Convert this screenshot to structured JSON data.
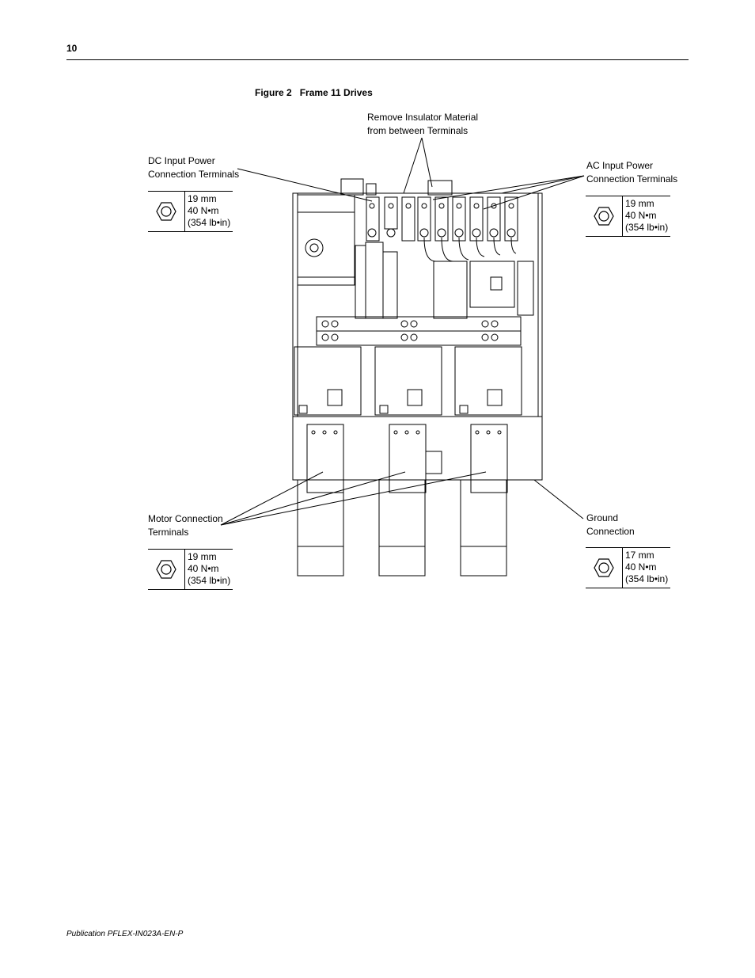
{
  "page": {
    "number": "10",
    "publication": "Publication PFLEX-IN023A-EN-P"
  },
  "figure": {
    "label": "Figure 2",
    "title": "Frame 11 Drives"
  },
  "callouts": {
    "remove_insulator": [
      "Remove Insulator Material",
      "from between Terminals"
    ],
    "dc_input": [
      "DC Input Power",
      "Connection Terminals"
    ],
    "ac_input": [
      "AC Input Power",
      "Connection Terminals"
    ],
    "motor": [
      "Motor Connection",
      "Terminals"
    ],
    "ground": [
      "Ground",
      "Connection"
    ]
  },
  "specs": {
    "dc_input": [
      "19 mm",
      "40 N•m",
      "(354 lb•in)"
    ],
    "ac_input": [
      "19 mm",
      "40 N•m",
      "(354 lb•in)"
    ],
    "motor": [
      "19 mm",
      "40 N•m",
      "(354 lb•in)"
    ],
    "ground": [
      "17 mm",
      "40 N•m",
      "(354 lb•in)"
    ]
  },
  "icons": {
    "nut": "hex-nut-icon"
  }
}
